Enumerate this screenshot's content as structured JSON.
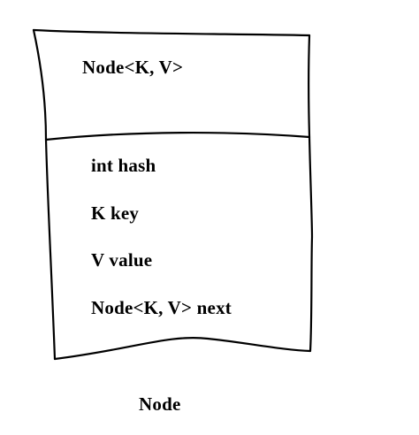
{
  "class_box": {
    "name": "Node<K, V>",
    "fields": [
      "int hash",
      "K key",
      "V value",
      "Node<K, V> next"
    ]
  },
  "caption": "Node",
  "colors": {
    "stroke": "#000000",
    "background": "#ffffff"
  }
}
